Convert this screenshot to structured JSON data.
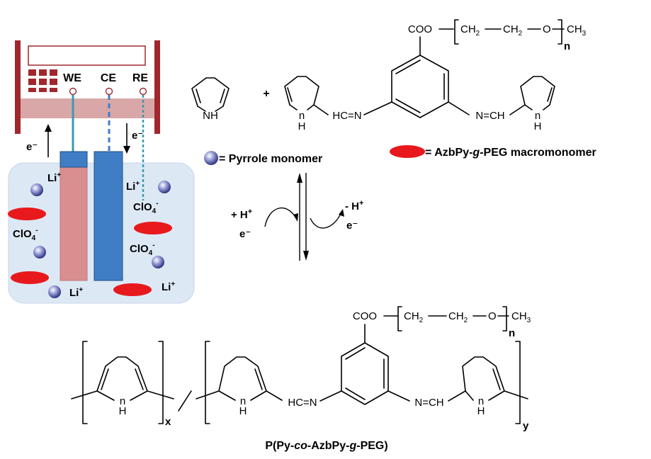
{
  "colors": {
    "instrument": "#a0282c",
    "cable_bar": "#d9a7a8",
    "working_electrode": "#d98e8f",
    "counter_electrode": "#3f7ec4",
    "electrolyte": "#dde8f5",
    "macromonomer": "#e8191c",
    "pyrrole_sphere": "#6a6fb8",
    "reference_wire": "#3a9bb0"
  },
  "cell": {
    "electrodes": {
      "we": "WE",
      "ce": "CE",
      "re": "RE"
    },
    "electron_left": "e⁻",
    "electron_right": "e⁻",
    "ions": {
      "li_1": "Li",
      "li_2": "Li",
      "li_3": "Li",
      "li_4": "Li",
      "li_sup": "+",
      "clo_1": "ClO",
      "clo_2": "ClO",
      "clo_3": "ClO",
      "clo_sub": "4",
      "clo_sup": "-"
    }
  },
  "legend": {
    "pyrrole": "= Pyrrole monomer",
    "macro_prefix": "= AzbPy-",
    "macro_g": "g",
    "macro_suffix": "-PEG macromonomer"
  },
  "reaction": {
    "plus": "+",
    "left_top": "+ H",
    "left_sup": "+",
    "left_bottom": "e⁻",
    "right_top": "- H",
    "right_sup": "+",
    "right_bottom": "e⁻"
  },
  "chem": {
    "nh": "NH",
    "h": "H",
    "n": "n",
    "coo": "COO",
    "ch2": "CH",
    "o": "O",
    "ch3": "CH",
    "sub2": "2",
    "sub3": "3",
    "hc_n": "HC=N",
    "n_ch": "N=CH",
    "x": "x",
    "y": "y"
  },
  "polymer_name": {
    "p1": "P(Py-",
    "co": "co",
    "p2": "-AzbPy-",
    "g": "g",
    "p3": "-PEG)"
  }
}
